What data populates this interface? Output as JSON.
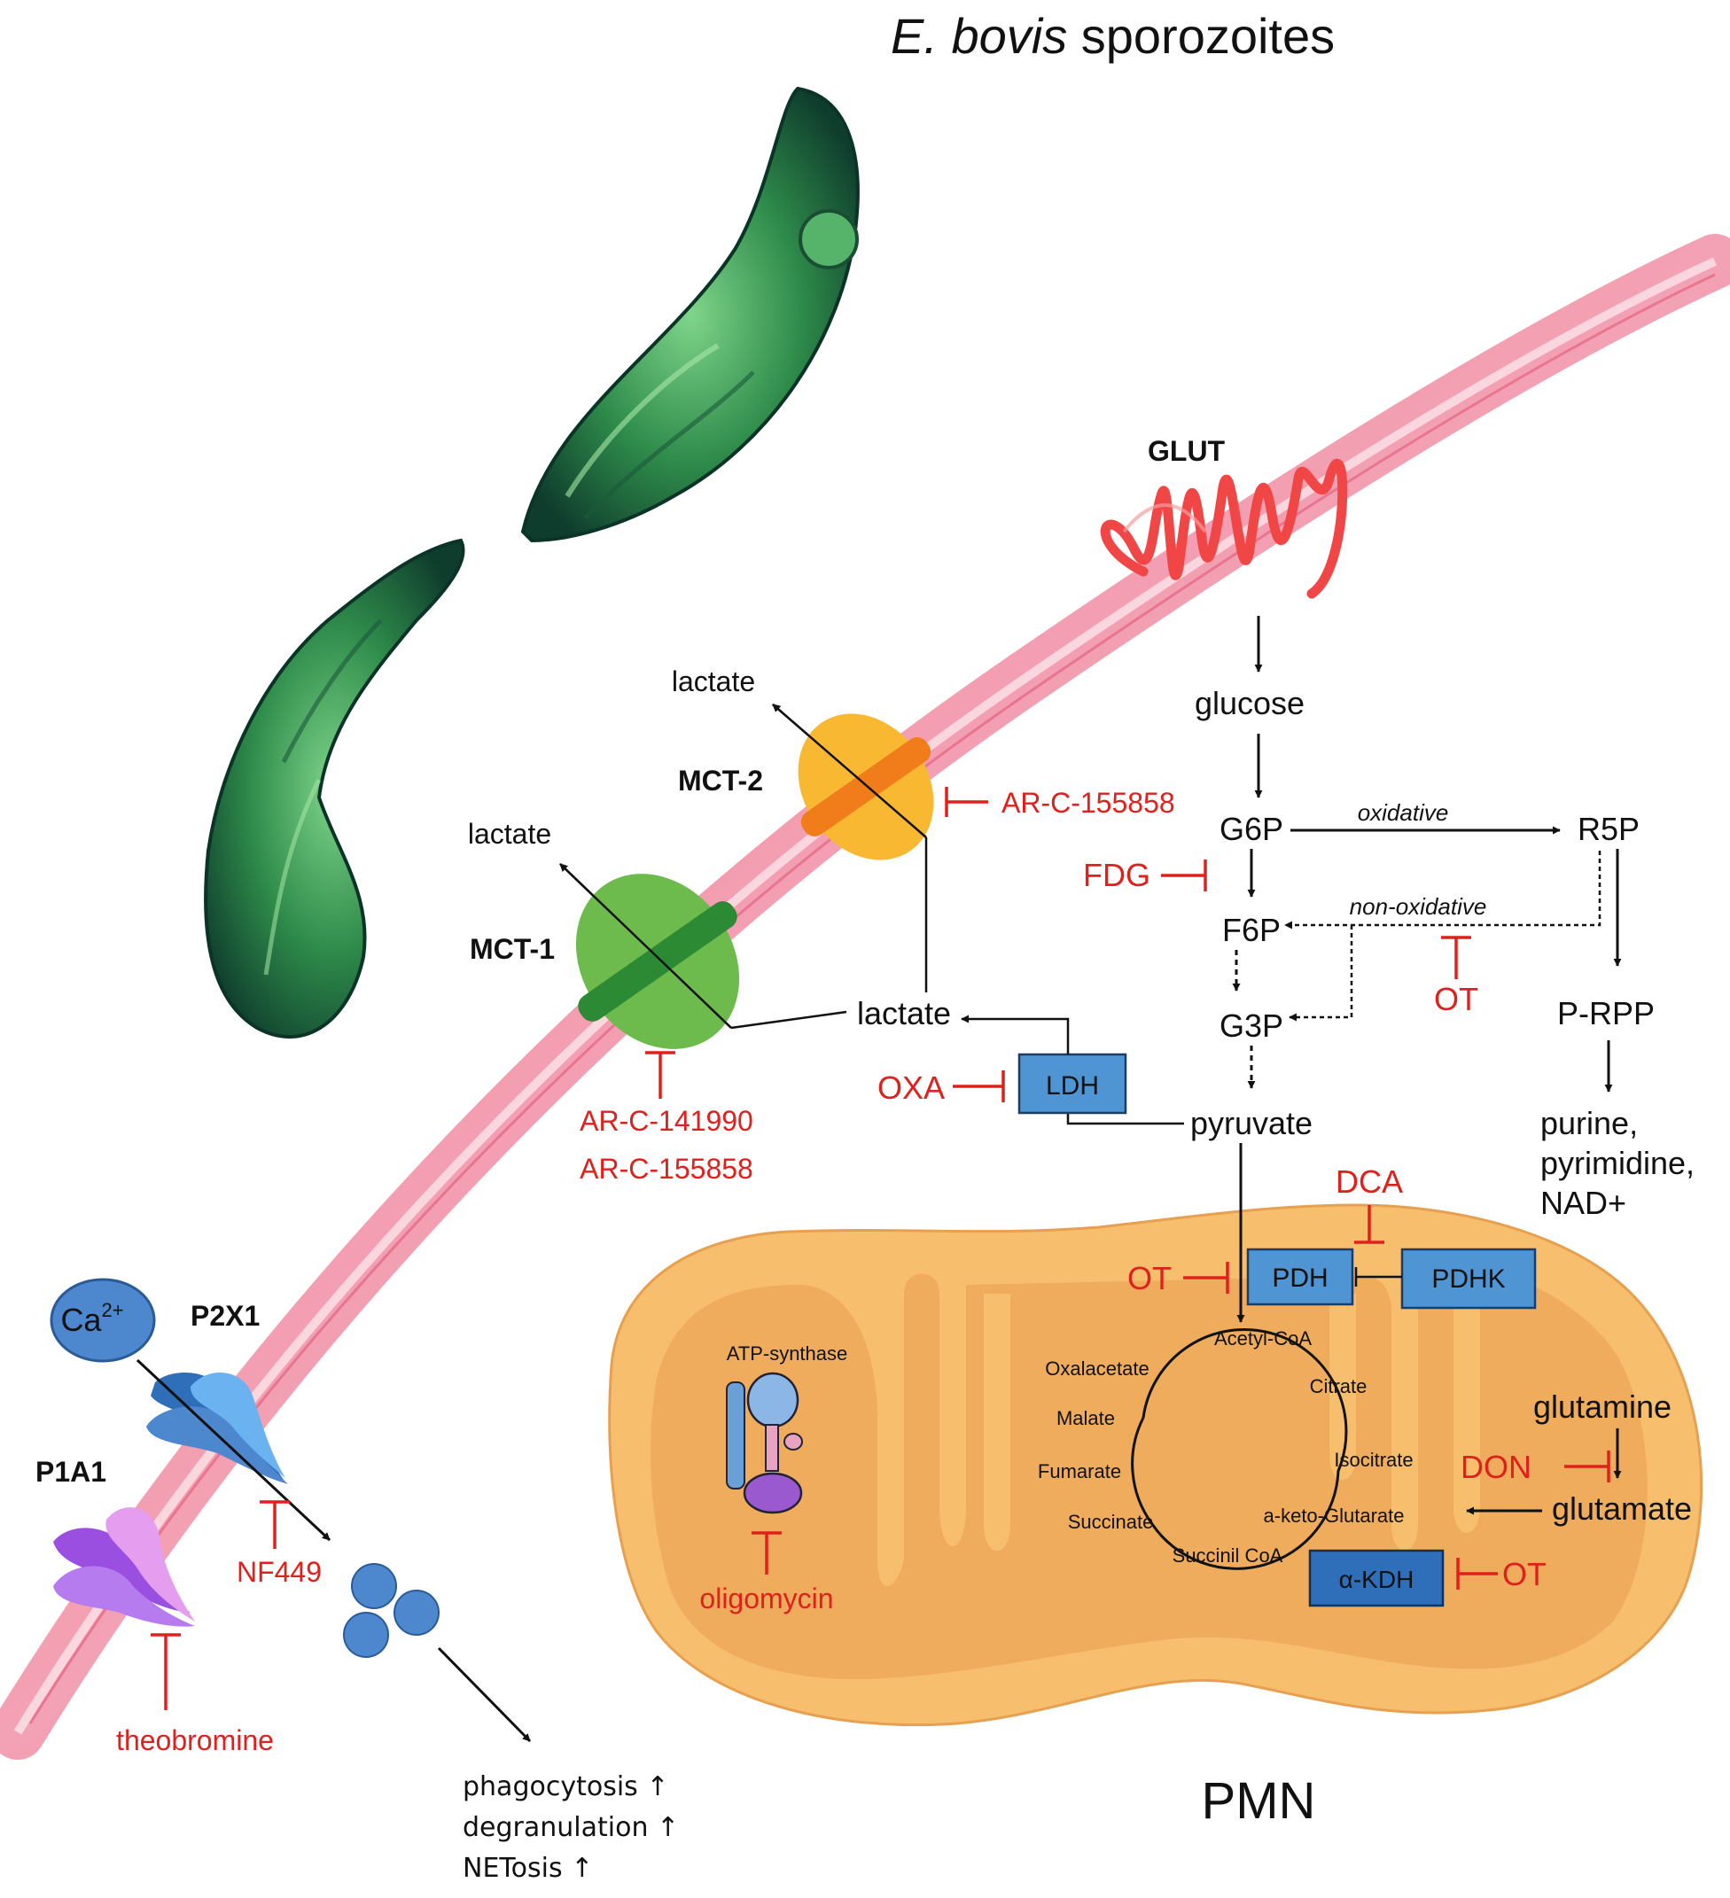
{
  "title": {
    "italic": "E. bovis",
    "rest": " sporozoites"
  },
  "cell_label": "PMN",
  "colors": {
    "membrane": "#f07c97",
    "mitochondrion": "#f7be6e",
    "mito_inner": "#eea95a",
    "inhibitor": "#e0201c",
    "enzyme_box": "#4f95d4",
    "mct1": "#6dbb4c",
    "mct2": "#f9b832",
    "glut": "#f04646",
    "vesicle": "#4d88cf"
  },
  "transporters": {
    "glut": "GLUT",
    "mct1": "MCT-1",
    "mct2": "MCT-2",
    "p2x1": "P2X1",
    "p1a1": "P1A1",
    "ca_base": "Ca",
    "ca_charge": "2+"
  },
  "metabolites": {
    "glucose": "glucose",
    "g6p": "G6P",
    "f6p": "F6P",
    "g3p": "G3P",
    "pyruvate": "pyruvate",
    "r5p": "R5P",
    "prpp": "P-RPP",
    "products": [
      "purine,",
      "pyrimidine,",
      "NAD+"
    ],
    "lactate_inside": "lactate",
    "lactate_out1": "lactate",
    "lactate_out2": "lactate",
    "glutamine": "glutamine",
    "glutamate": "glutamate"
  },
  "pathway_labels": {
    "oxidative": "oxidative",
    "non_oxidative": "non-oxidative"
  },
  "enzymes": {
    "ldh": "LDH",
    "pdh": "PDH",
    "pdhk": "PDHK",
    "akdh": "α-KDH"
  },
  "tca": [
    "Acetyl-CoA",
    "Citrate",
    "Isocitrate",
    "a-keto-Glutarate",
    "Succinil CoA",
    "Succinate",
    "Fumarate",
    "Malate",
    "Oxalacetate"
  ],
  "atp_synthase": "ATP-synthase",
  "inhibitors": {
    "ar_mct2": "AR-C-155858",
    "fdg": "FDG",
    "ot_ppp": "OT",
    "oxa": "OXA",
    "ar_mct1_a": "AR-C-141990",
    "ar_mct1_b": "AR-C-155858",
    "dca": "DCA",
    "ot_pdh": "OT",
    "don": "DON",
    "ot_akdh": "OT",
    "oligomycin": "oligomycin",
    "nf449": "NF449",
    "theobromine": "theobromine"
  },
  "outcomes": [
    "phagocytosis ↑",
    "degranulation ↑",
    "NETosis ↑"
  ]
}
